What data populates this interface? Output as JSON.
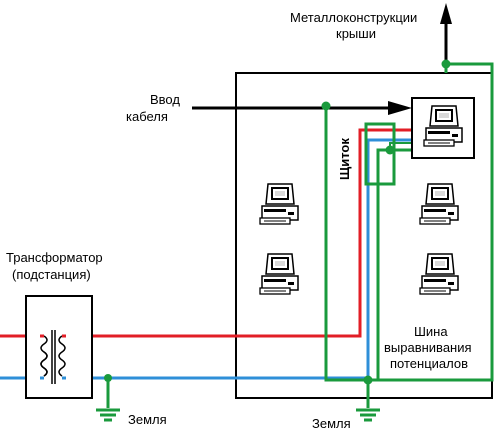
{
  "labels": {
    "roof_line1": "Металлоконструкции",
    "roof_line2": "крыши",
    "cable_line1": "Ввод",
    "cable_line2": "кабеля",
    "panel": "Щиток",
    "transformer_line1": "Трансформатор",
    "transformer_line2": "(подстанция)",
    "bus_line1": "Шина",
    "bus_line2": "выравнивания",
    "bus_line3": "потенциалов",
    "ground_left": "Земля",
    "ground_center": "Земля"
  },
  "colors": {
    "phase": "#e21e26",
    "neutral": "#2e8fd8",
    "protective": "#1a9a3c",
    "outline": "#000000"
  },
  "icons": [
    "computer-icon",
    "computer-icon",
    "computer-icon",
    "computer-icon",
    "computer-icon",
    "ground-icon",
    "ground-icon",
    "transformer-icon"
  ]
}
